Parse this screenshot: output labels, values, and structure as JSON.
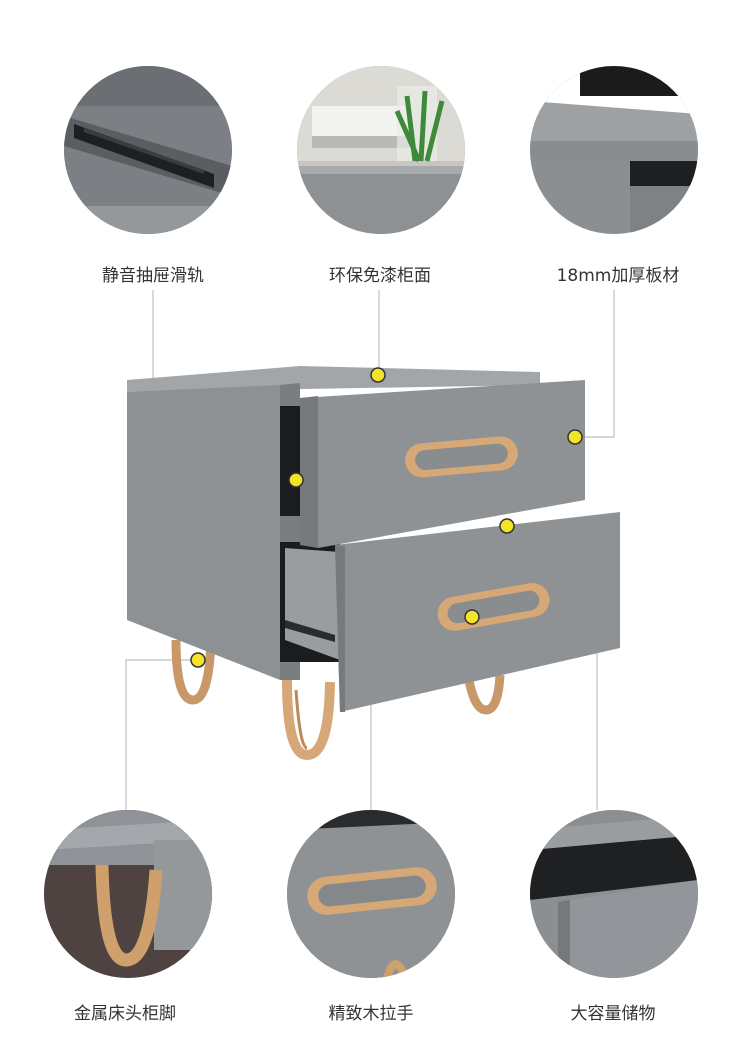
{
  "features": {
    "top": [
      {
        "label": "静音抽屉滑轨",
        "icon": "drawer-slide-closeup"
      },
      {
        "label": "环保免漆柜面",
        "icon": "cabinet-surface-closeup"
      },
      {
        "label": "18mm加厚板材",
        "icon": "thick-panel-closeup"
      }
    ],
    "bottom": [
      {
        "label": "金属床头柜脚",
        "icon": "metal-leg-closeup"
      },
      {
        "label": "精致木拉手",
        "icon": "wood-handle-closeup"
      },
      {
        "label": "大容量储物",
        "icon": "storage-closeup"
      }
    ]
  },
  "colors": {
    "body_grey": "#8a8d90",
    "wood": "#d7a877",
    "marker": "#f4e428",
    "leader_line": "#b8c2c6"
  }
}
